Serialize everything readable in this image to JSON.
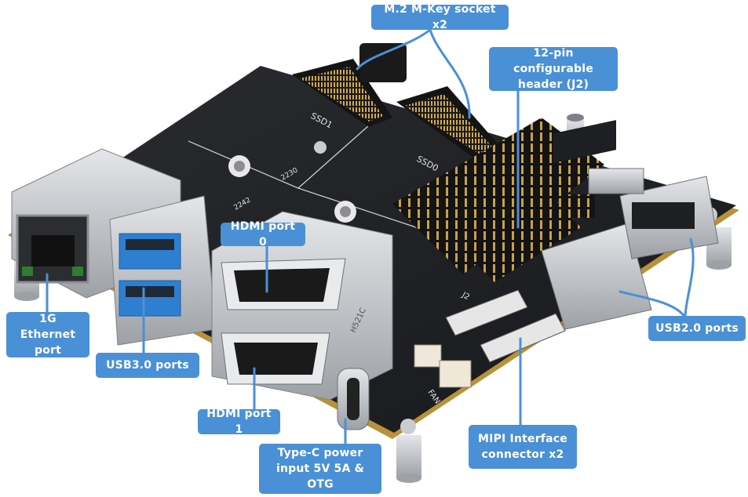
{
  "labels": {
    "m2_socket": "M.2 M-Key socket x2",
    "header_j2": "12-pin configurable header (J2)",
    "hdmi0": "HDMI port 0",
    "ethernet": "1G Ethernet port",
    "usb3": "USB3.0 ports",
    "usb2": "USB2.0 ports",
    "hdmi1": "HDMI port 1",
    "typec": "Type-C power input 5V 5A & OTG",
    "mipi": "MIPI Interface connector x2"
  },
  "board_markings": {
    "ssd1": "SSD1",
    "ssd0": "SSD0",
    "size_2230": "2230",
    "size_2242": "2242",
    "j2": "J2",
    "fan": "FAN",
    "h521c": "H521C"
  },
  "colors": {
    "callout": "#4a90d6",
    "leader": "#4a90d6",
    "pcb": "#1f2124",
    "pcb_edge": "#b8923a",
    "metal": "#c9ccd0",
    "usb3_blue": "#2f7fd1"
  }
}
